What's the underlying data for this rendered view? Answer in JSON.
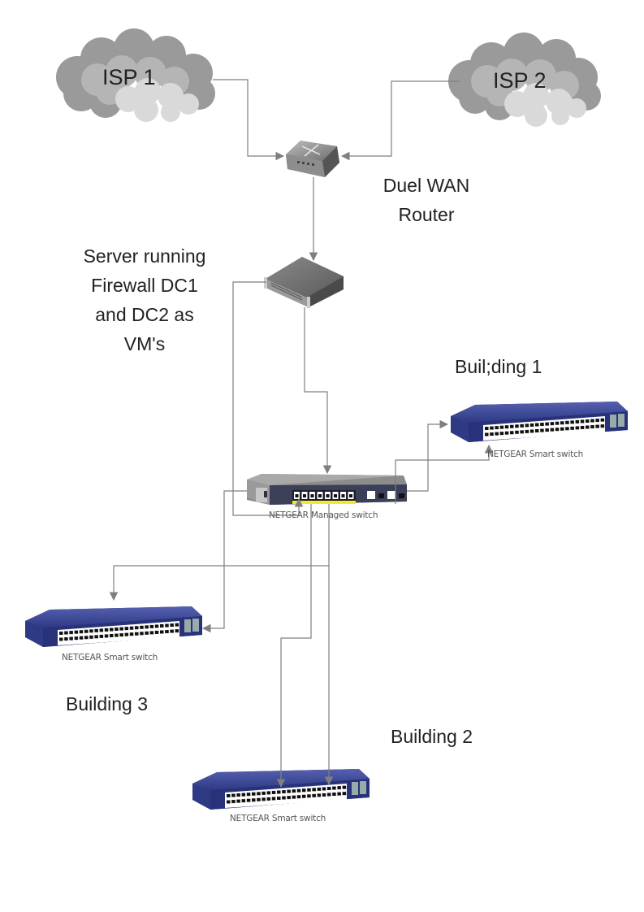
{
  "diagram": {
    "nodes": {
      "isp1": {
        "label": "ISP 1",
        "type": "cloud"
      },
      "isp2": {
        "label": "ISP 2",
        "type": "cloud"
      },
      "router": {
        "label_line1": "Duel WAN",
        "label_line2": "Router",
        "type": "router"
      },
      "server": {
        "label_lines": [
          "Server running",
          "Firewall DC1",
          "and DC2 as",
          "VM's"
        ],
        "type": "rack-server"
      },
      "core_switch": {
        "device_label": "NETGEAR Managed switch",
        "type": "managed-switch"
      },
      "building1": {
        "title": "Buil;ding 1",
        "device_label": "NETGEAR Smart switch",
        "type": "smart-switch"
      },
      "building2": {
        "title": "Building 2",
        "device_label": "NETGEAR Smart switch",
        "type": "smart-switch"
      },
      "building3": {
        "title": "Building 3",
        "device_label": "NETGEAR Smart switch",
        "type": "smart-switch"
      }
    },
    "connections": [
      {
        "from": "isp1",
        "to": "router"
      },
      {
        "from": "isp2",
        "to": "router"
      },
      {
        "from": "router",
        "to": "server"
      },
      {
        "from": "server",
        "to": "core_switch"
      },
      {
        "from": "server",
        "to": "core_switch"
      },
      {
        "from": "core_switch",
        "to": "building1"
      },
      {
        "from": "core_switch",
        "to": "building1"
      },
      {
        "from": "core_switch",
        "to": "building3"
      },
      {
        "from": "core_switch",
        "to": "building3"
      },
      {
        "from": "core_switch",
        "to": "building2"
      },
      {
        "from": "core_switch",
        "to": "building2"
      }
    ],
    "colors": {
      "connector": "#7f7f7f",
      "cloud_dark": "#9a9a9a",
      "cloud_mid": "#b5b5b5",
      "cloud_light": "#d9d9d9",
      "switch_blue": "#2e3a84",
      "switch_top": "#3f4ea0",
      "port_highlight": "#f2ea2a"
    }
  }
}
